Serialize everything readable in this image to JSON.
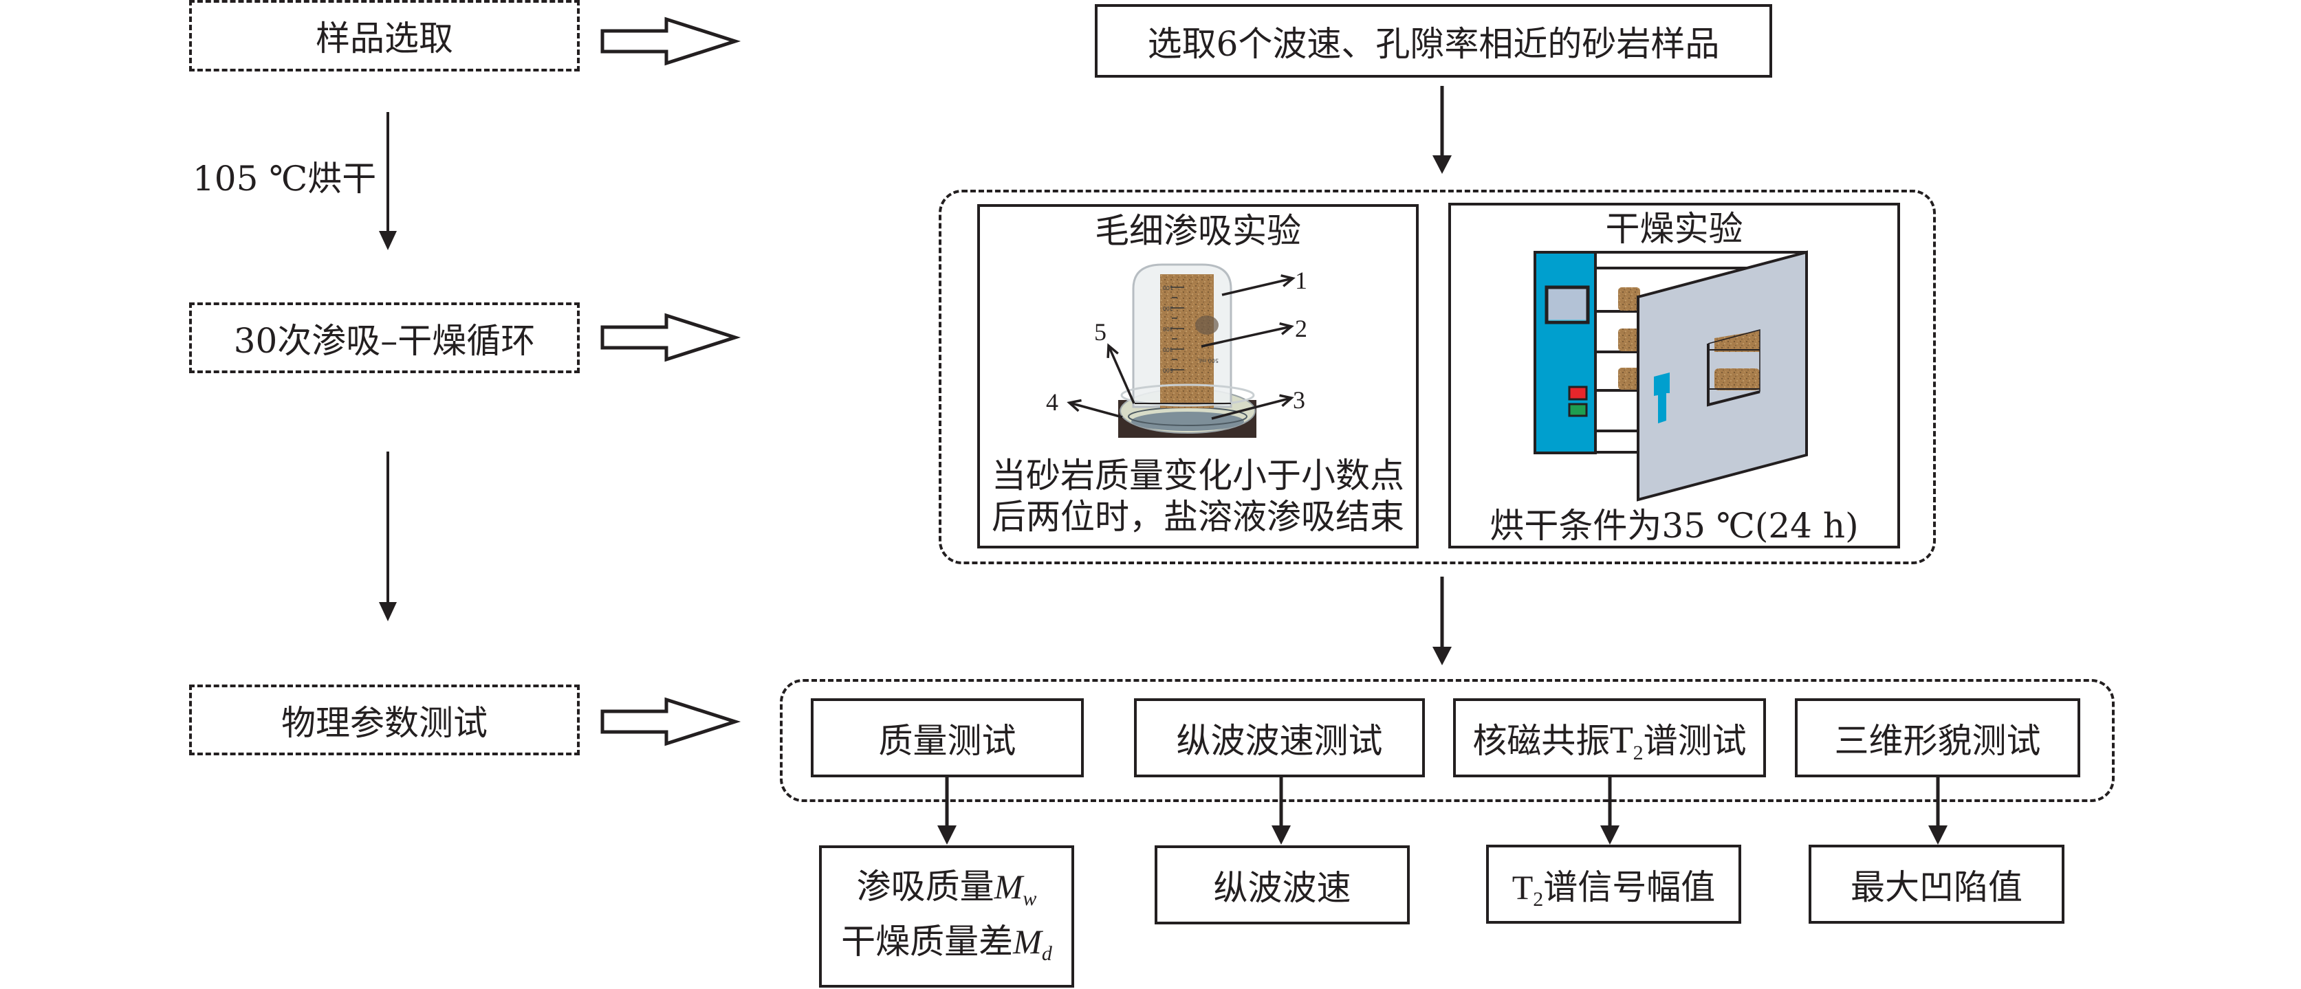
{
  "workflow_steps": [
    {
      "label": "样品选取"
    },
    {
      "label": "30次渗吸–干燥循环"
    },
    {
      "label": "物理参数测试"
    }
  ],
  "drying_step_label": "105 ℃烘干",
  "sample_selection": {
    "label": "选取6个波速、孔隙率相近的砂岩样品"
  },
  "cycle_panel": {
    "capillary": {
      "title": "毛细渗吸实验",
      "callouts": [
        "1",
        "2",
        "3",
        "4",
        "5"
      ],
      "graduations": [
        "100",
        "200",
        "300",
        "400",
        "500"
      ],
      "jar_volume": "500 mL",
      "caption_lines": [
        "当砂岩质量变化小于小数点",
        "后两位时，盐溶液渗吸结束"
      ]
    },
    "drying": {
      "title": "干燥实验",
      "caption": "烘干条件为35 ℃(24 h)"
    }
  },
  "physical_tests": {
    "mass": {
      "label": "质量测试"
    },
    "p_wave": {
      "label": "纵波波速测试"
    },
    "nmr": {
      "label_pre": "核磁共振T",
      "label_sub": "2",
      "label_post": "谱测试"
    },
    "morphology": {
      "label": "三维形貌测试"
    }
  },
  "results": {
    "mass": {
      "line1_text": "渗吸质量",
      "line1_var": "M",
      "line1_sub": "w",
      "line2_text": "干燥质量差",
      "line2_var": "M",
      "line2_sub": "d"
    },
    "p_wave": {
      "label": "纵波波速"
    },
    "nmr": {
      "label_pre": "T",
      "label_sub": "2",
      "label_post": "谱信号幅值"
    },
    "morphology": {
      "label": "最大凹陷值"
    }
  },
  "colors": {
    "line": "#231F20",
    "oven_panel_blue": "#009FCE",
    "oven_door_gray": "#C3CBD7",
    "oven_screen": "#B3C2D6",
    "button_red": "#E8262B",
    "button_green": "#1E9E50",
    "wooden_base": "#3A2D29",
    "dish_liquid": "#D8DCC8",
    "sand_layer": "#7E8F99",
    "glass": "#ECEFF1"
  }
}
